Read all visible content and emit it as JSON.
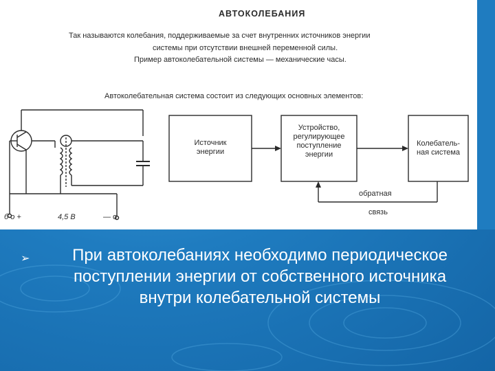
{
  "scan": {
    "title": "АВТОКОЛЕБАНИЯ",
    "definition_line1": "Так называются колебания, поддерживаемые за счет внутренних источников энергии",
    "definition_line2": "системы при отсутствии внешней переменной силы.",
    "example_line": "Пример автоколебательной системы — механические часы.",
    "composition_line": "Автоколебательная система состоит из следующих основных элементов:",
    "blocks": {
      "source": [
        "Источник",
        "энергии"
      ],
      "regulator": [
        "Устройство,",
        "регулирующее",
        "поступление",
        "энергии"
      ],
      "oscillator": [
        "Колебатель-",
        "ная система"
      ]
    },
    "feedback_label_1": "обратная",
    "feedback_label_2": "связь",
    "circuit": {
      "terminal_left": "б о +",
      "voltage": "4,5 В",
      "terminal_right": "— о"
    }
  },
  "bullet": {
    "icon": "arrow-bullet-icon",
    "line1": "При автоколебаниях необходимо периодическое",
    "line2": "поступлении энергии от собственного источника",
    "line3": "внутри колебательной системы"
  },
  "colors": {
    "background_blue": "#1f7cc0",
    "scan_bg": "#ffffff",
    "text_white": "#ffffff",
    "scan_ink": "#2a2a2a"
  }
}
